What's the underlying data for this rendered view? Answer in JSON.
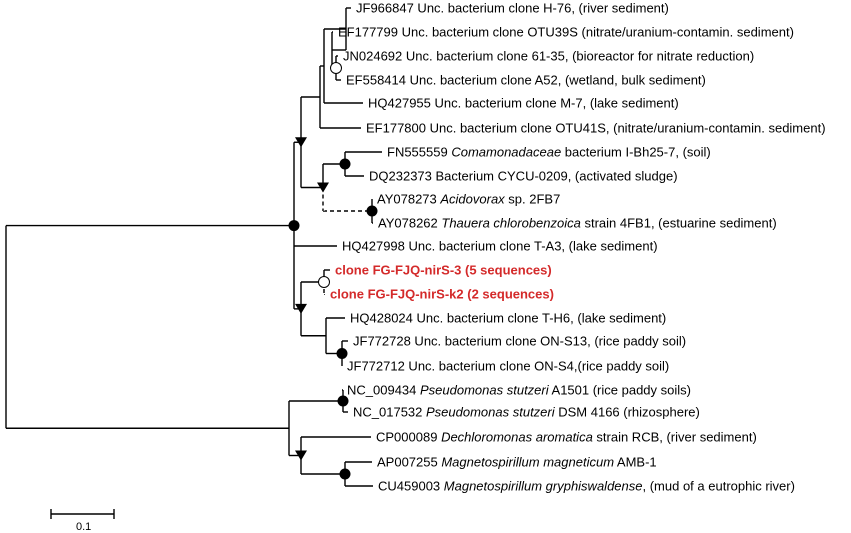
{
  "tree": {
    "leaves": [
      {
        "id": "l1",
        "parts": [
          {
            "t": "JF966847 Unc. bacterium clone H-76, (river sediment)"
          }
        ]
      },
      {
        "id": "l2",
        "parts": [
          {
            "t": "EF177799 Unc. bacterium clone OTU39S (nitrate/uranium-contamin. sediment)"
          }
        ]
      },
      {
        "id": "l3",
        "parts": [
          {
            "t": "JN024692 Unc. bacterium clone 61-35, (bioreactor for nitrate reduction)"
          }
        ]
      },
      {
        "id": "l4",
        "parts": [
          {
            "t": "EF558414 Unc. bacterium clone A52, (wetland, bulk sediment)"
          }
        ]
      },
      {
        "id": "l5",
        "parts": [
          {
            "t": "HQ427955 Unc. bacterium clone M-7, (lake sediment)"
          }
        ]
      },
      {
        "id": "l6",
        "parts": [
          {
            "t": "EF177800 Unc. bacterium clone OTU41S, (nitrate/uranium-contamin. sediment)"
          }
        ]
      },
      {
        "id": "l7",
        "parts": [
          {
            "t": "FN555559 "
          },
          {
            "t": "Comamonadaceae",
            "i": true
          },
          {
            "t": " bacterium I-Bh25-7, (soil)"
          }
        ]
      },
      {
        "id": "l8",
        "parts": [
          {
            "t": "DQ232373 Bacterium CYCU-0209, (activated sludge)"
          }
        ]
      },
      {
        "id": "l9",
        "parts": [
          {
            "t": "AY078273 "
          },
          {
            "t": "Acidovorax",
            "i": true
          },
          {
            "t": " sp. 2FB7"
          }
        ]
      },
      {
        "id": "l10",
        "parts": [
          {
            "t": "AY078262 "
          },
          {
            "t": "Thauera chlorobenzoica",
            "i": true
          },
          {
            "t": " strain 4FB1, (estuarine sediment)"
          }
        ]
      },
      {
        "id": "l11",
        "parts": [
          {
            "t": "HQ427998 Unc. bacterium clone T-A3, (lake sediment)"
          }
        ]
      },
      {
        "id": "l12",
        "highlight": true,
        "parts": [
          {
            "t": "clone FG-FJQ-nirS-3 (5 sequences)"
          }
        ]
      },
      {
        "id": "l13",
        "highlight": true,
        "parts": [
          {
            "t": "clone FG-FJQ-nirS-k2 (2 sequences)"
          }
        ]
      },
      {
        "id": "l14",
        "parts": [
          {
            "t": "HQ428024 Unc. bacterium clone T-H6, (lake sediment)"
          }
        ]
      },
      {
        "id": "l15",
        "parts": [
          {
            "t": "JF772728 Unc. bacterium clone ON-S13, (rice paddy soil)"
          }
        ]
      },
      {
        "id": "l16",
        "parts": [
          {
            "t": "JF772712 Unc. bacterium clone ON-S4,(rice paddy soil)"
          }
        ]
      },
      {
        "id": "l17",
        "parts": [
          {
            "t": "NC_009434 "
          },
          {
            "t": "Pseudomonas stutzeri",
            "i": true
          },
          {
            "t": " A1501 (rice paddy soils)"
          }
        ]
      },
      {
        "id": "l18",
        "parts": [
          {
            "t": "NC_017532 "
          },
          {
            "t": "Pseudomonas stutzeri",
            "i": true
          },
          {
            "t": " DSM 4166 (rhizosphere)"
          }
        ]
      },
      {
        "id": "l19",
        "parts": [
          {
            "t": "CP000089 "
          },
          {
            "t": "Dechloromonas aromatica",
            "i": true
          },
          {
            "t": " strain RCB, (river sediment)"
          }
        ]
      },
      {
        "id": "l20",
        "parts": [
          {
            "t": "AP007255 "
          },
          {
            "t": "Magnetospirillum magneticum",
            "i": true
          },
          {
            "t": " AMB-1"
          }
        ]
      },
      {
        "id": "l21",
        "parts": [
          {
            "t": "CU459003 "
          },
          {
            "t": "Magnetospirillum gryphiswaldense",
            "i": true
          },
          {
            "t": ", (mud of a eutrophic river)"
          }
        ]
      }
    ],
    "bootstrap_markers": {
      "n_3_4": "open-circle",
      "n_7_8": "filled-circle",
      "n_9_10": "filled-circle",
      "n_core": "filled-circle",
      "n_12_13": "open-circle",
      "n_15_16": "filled-circle",
      "n_17_18": "filled-circle",
      "n_20_21": "filled-circle",
      "n_mid": "triangle",
      "n_79": "triangle",
      "n_12_16": "triangle",
      "n_19_21": "triangle"
    },
    "scale_bar": {
      "label": "0.1"
    },
    "highlight_color": "#d42a2a"
  }
}
